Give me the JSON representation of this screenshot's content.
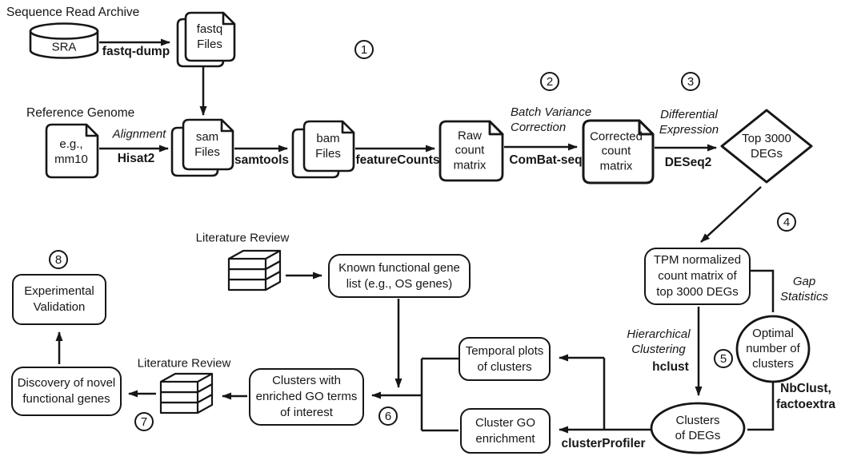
{
  "nodes": {
    "sra_title": "Sequence Read Archive",
    "sra": "SRA",
    "fastq_files": "fastq\nFiles",
    "reference_genome_title": "Reference Genome",
    "reference_genome": "e.g.,\nmm10",
    "sam_files": "sam\nFiles",
    "bam_files": "bam\nFiles",
    "raw_count_matrix": "Raw\ncount\nmatrix",
    "corrected_count_matrix": "Corrected\ncount\nmatrix",
    "top_degs": "Top 3000\nDEGs",
    "tpm_matrix": "TPM normalized\ncount matrix of\ntop 3000 DEGs",
    "optimal_clusters": "Optimal\nnumber of\nclusters",
    "clusters_of_degs": "Clusters\nof DEGs",
    "temporal_plots": "Temporal plots\nof clusters",
    "cluster_go_enrichment": "Cluster GO\nenrichment",
    "clusters_enriched": "Clusters with\nenriched GO terms\nof interest",
    "known_gene_list": "Known functional gene\nlist (e.g., OS genes)",
    "literature_review_top": "Literature Review",
    "literature_review_bottom": "Literature Review",
    "discovery": "Discovery of novel\nfunctional genes",
    "experimental_validation": "Experimental\nValidation"
  },
  "tools": {
    "fastq_dump": "fastq-dump",
    "hisat2": "Hisat2",
    "samtools": "samtools",
    "featurecounts": "featureCounts",
    "combat_seq": "ComBat-seq",
    "deseq2": "DESeq2",
    "hclust": "hclust",
    "nbclust_factoextra": "NbClust,\nfactoextra",
    "clusterprofiler": "clusterProfiler"
  },
  "methods": {
    "alignment": "Alignment",
    "batch_variance_correction": "Batch Variance\nCorrection",
    "differential_expression": "Differential\nExpression",
    "gap_statistics": "Gap\nStatistics",
    "hierarchical_clustering": "Hierarchical\nClustering"
  },
  "steps": {
    "n1": "1",
    "n2": "2",
    "n3": "3",
    "n4": "4",
    "n5": "5",
    "n6": "6",
    "n7": "7",
    "n8": "8"
  },
  "colors": {
    "ink": "#161616",
    "background": "#ffffff"
  }
}
